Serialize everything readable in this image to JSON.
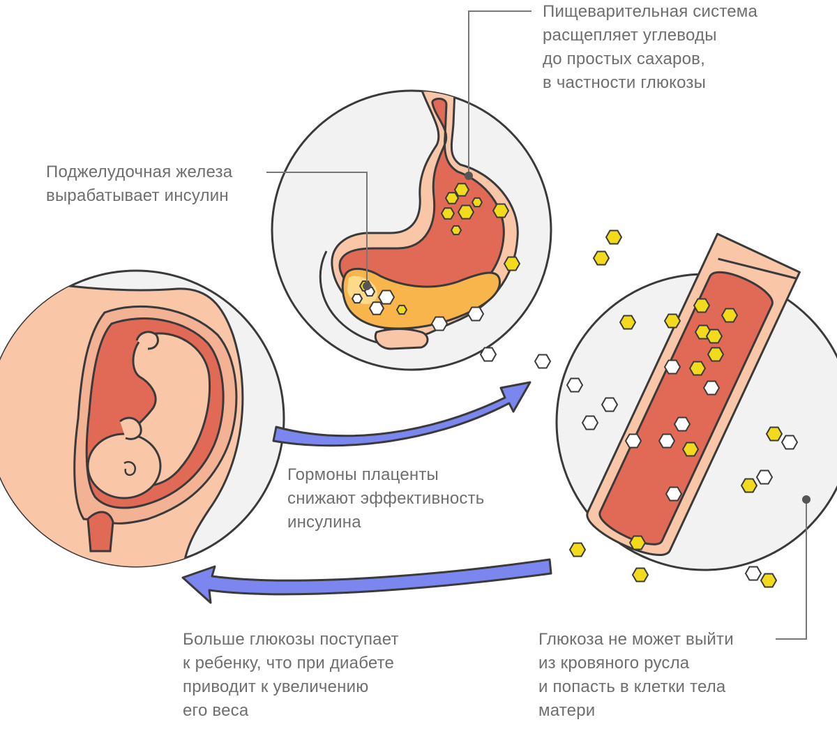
{
  "labels": {
    "digestion": [
      "Пищеварительная система",
      "расщепляет углеводы",
      "до простых сахаров,",
      "в частности глюкозы"
    ],
    "pancreas": [
      "Поджелудочная железа",
      "вырабатывает инсулин"
    ],
    "placenta": [
      "Гормоны плаценты",
      "снижают эффективность",
      "инсулина"
    ],
    "baby": [
      "Больше глюкозы поступает",
      "к ребенку, что при диабете",
      "приводит к увеличению",
      "его веса"
    ],
    "glucose_blood": [
      "Глюкоза не может выйти",
      "из кровяного русла",
      "и попасть в клетки тела",
      "матери"
    ]
  },
  "colors": {
    "circle_bg": "#f2f2f2",
    "outline": "#3a3a3a",
    "skin": "#f9c6a8",
    "organ": "#e06a55",
    "pancreas": "#f8b54c",
    "pancreas_light": "#fdd98a",
    "glucose_yellow": "#f2db1c",
    "glucose_white": "#ffffff",
    "arrow": "#7b86ef",
    "label_text": "#6e6e6e",
    "leader_line": "#777777"
  }
}
